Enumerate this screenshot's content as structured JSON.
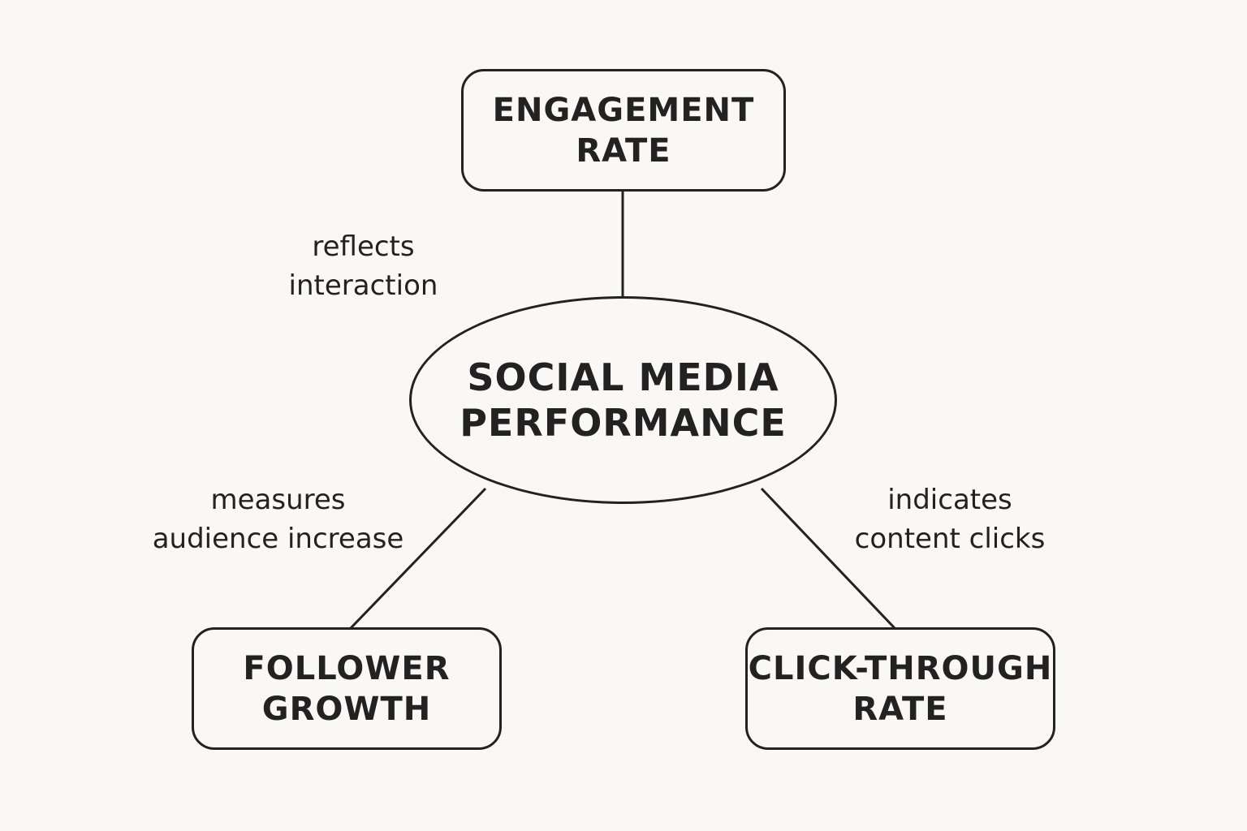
{
  "center": {
    "line1": "SOCIAL MEDIA",
    "line2": "PERFORMANCE"
  },
  "nodes": {
    "engagement": {
      "line1": "ENGAGEMENT",
      "line2": "RATE",
      "edge_label1": "reflects",
      "edge_label2": "interaction"
    },
    "follower": {
      "line1": "FOLLOWER",
      "line2": "GROWTH",
      "edge_label1": "measures",
      "edge_label2": "audience increase"
    },
    "ctr": {
      "line1": "CLICK-THROUGH",
      "line2": "RATE",
      "edge_label1": "indicates",
      "edge_label2": "content clicks"
    }
  }
}
